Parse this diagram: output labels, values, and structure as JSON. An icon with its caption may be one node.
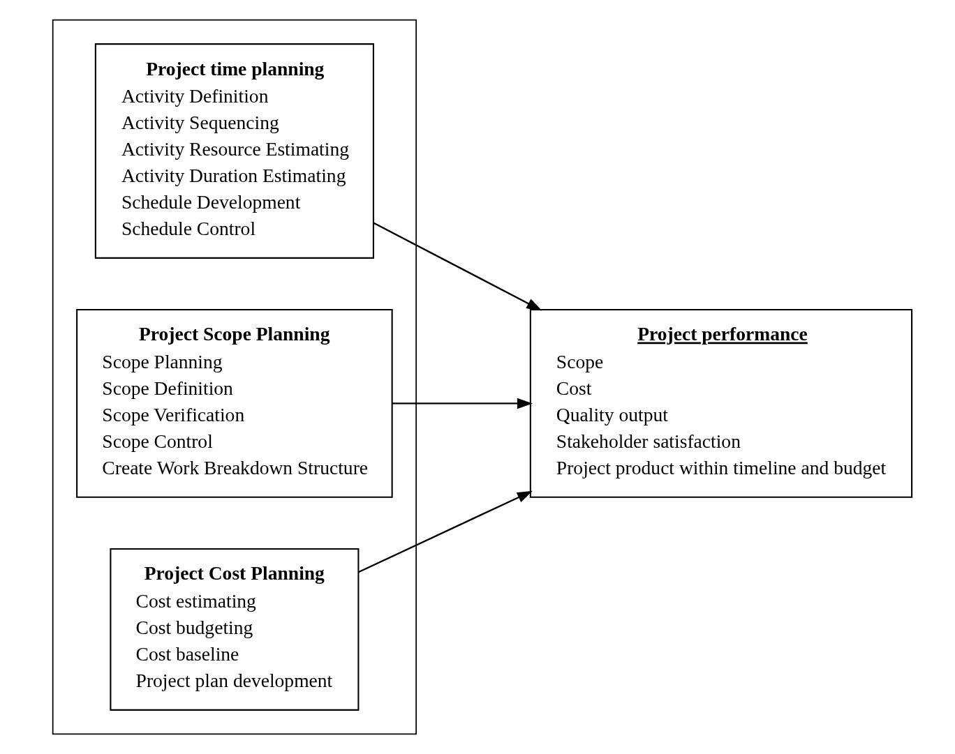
{
  "diagram": {
    "nodes": [
      {
        "text": [],
        "shape": "box"
      },
      {
        "text": [
          "Project time planning",
          "Activity Definition",
          "Activity Sequencing",
          "Activity Resource Estimating",
          "Activity Duration Estimating",
          "Schedule Development",
          "Schedule Control"
        ],
        "in": 0
      },
      {
        "text": [
          "Project Scope Planning",
          "Scope Planning",
          "Scope Definition",
          "Scope Verification",
          "Scope Control",
          "Create Work Breakdown Structure"
        ],
        "in": 0
      },
      {
        "text": [
          "Project Cost Planning",
          "Cost estimating",
          "Cost budgeting",
          "Cost baseline",
          "Project plan development"
        ],
        "in": 0
      },
      {
        "text": [
          "Project performance",
          "Scope",
          "Cost",
          "Quality output",
          "Stakeholder satisfaction",
          "Project product within timeline and budget"
        ]
      }
    ],
    "edges": [
      {
        "from": 1,
        "to": 4,
        "arrow": "to"
      },
      {
        "from": 2,
        "to": 4,
        "arrow": "to"
      },
      {
        "from": 3,
        "to": 4,
        "arrow": "to"
      }
    ]
  }
}
